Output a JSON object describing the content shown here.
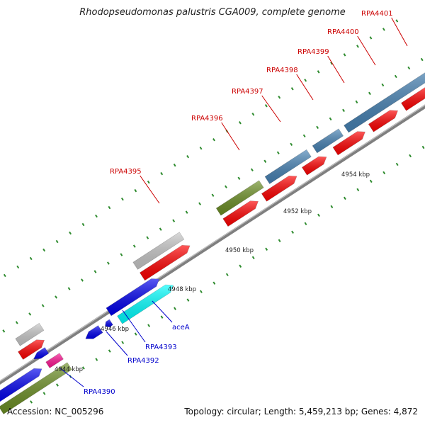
{
  "title": "Rhodopseudomonas palustris CGA009, complete genome",
  "accession": "Accession: NC_005296",
  "summary": "Topology: circular; Length: 5,459,213 bp; Genes: 4,872",
  "kbp_labels": [
    "4944 kbp",
    "4946 kbp",
    "4948 kbp",
    "4950 kbp",
    "4952 kbp",
    "4954 kbp"
  ],
  "colors": {
    "backbone": "#7f7f7f",
    "tick": "#2e8b2e",
    "gene_red": "#ff0000",
    "gene_blue": "#0000ee",
    "gene_steelblue": "#4682b4",
    "gene_olive": "#6b8e23",
    "gene_grey": "#c8c8c8",
    "gene_cyan": "#00ffff",
    "gene_magenta": "#ff1493",
    "label_red": "#cc0000",
    "label_blue": "#0000cc"
  },
  "gene_labels": [
    {
      "text": "RPA4401",
      "color": "red"
    },
    {
      "text": "RPA4400",
      "color": "red"
    },
    {
      "text": "RPA4399",
      "color": "red"
    },
    {
      "text": "RPA4398",
      "color": "red"
    },
    {
      "text": "RPA4397",
      "color": "red"
    },
    {
      "text": "RPA4396",
      "color": "red"
    },
    {
      "text": "RPA4395",
      "color": "red"
    },
    {
      "text": "aceA",
      "color": "blue"
    },
    {
      "text": "RPA4393",
      "color": "blue"
    },
    {
      "text": "RPA4392",
      "color": "blue"
    },
    {
      "text": "RPA4390",
      "color": "blue"
    }
  ]
}
